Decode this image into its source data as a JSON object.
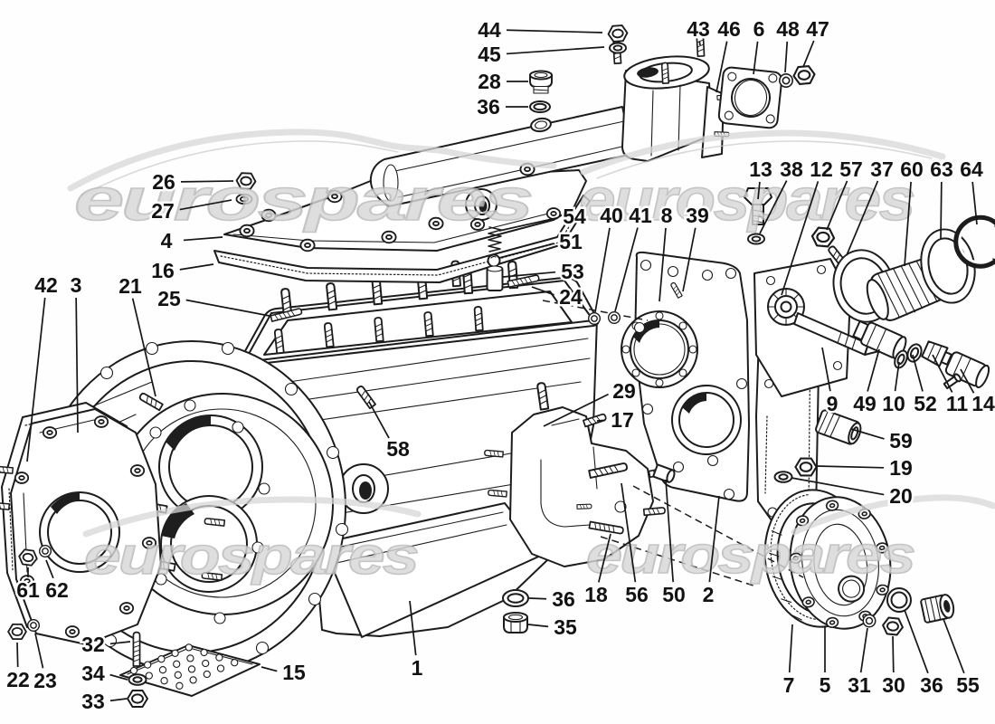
{
  "watermark": {
    "text": "eurospares"
  },
  "callouts": [
    {
      "n": "44",
      "label": [
        541,
        33
      ],
      "target": [
        666,
        36
      ]
    },
    {
      "n": "45",
      "label": [
        541,
        60
      ],
      "target": [
        668,
        52
      ]
    },
    {
      "n": "28",
      "label": [
        541,
        90
      ],
      "target": [
        584,
        90
      ]
    },
    {
      "n": "36",
      "label": [
        540,
        118
      ],
      "target": [
        584,
        118
      ]
    },
    {
      "n": "43",
      "label": [
        772,
        32
      ],
      "target": [
        774,
        50
      ]
    },
    {
      "n": "46",
      "label": [
        806,
        32
      ],
      "target": [
        792,
        102
      ]
    },
    {
      "n": "6",
      "label": [
        839,
        32
      ],
      "target": [
        833,
        82
      ]
    },
    {
      "n": "48",
      "label": [
        871,
        32
      ],
      "target": [
        868,
        80
      ]
    },
    {
      "n": "47",
      "label": [
        904,
        32
      ],
      "target": [
        888,
        74
      ]
    },
    {
      "n": "26",
      "label": [
        181,
        201
      ],
      "target": [
        258,
        200
      ]
    },
    {
      "n": "27",
      "label": [
        180,
        233
      ],
      "target": [
        256,
        221
      ]
    },
    {
      "n": "4",
      "label": [
        184,
        266
      ],
      "target": [
        246,
        262
      ]
    },
    {
      "n": "16",
      "label": [
        180,
        299
      ],
      "target": [
        236,
        292
      ]
    },
    {
      "n": "25",
      "label": [
        187,
        330
      ],
      "target": [
        298,
        349
      ]
    },
    {
      "n": "42",
      "label": [
        51,
        315
      ],
      "target": [
        30,
        510
      ]
    },
    {
      "n": "3",
      "label": [
        84,
        315
      ],
      "target": [
        86,
        478
      ]
    },
    {
      "n": "21",
      "label": [
        144,
        316
      ],
      "target": [
        172,
        438
      ]
    },
    {
      "n": "13",
      "label": [
        841,
        187
      ],
      "target": [
        838,
        220
      ]
    },
    {
      "n": "38",
      "label": [
        875,
        187
      ],
      "target": [
        840,
        258
      ]
    },
    {
      "n": "12",
      "label": [
        908,
        187
      ],
      "target": [
        864,
        326
      ]
    },
    {
      "n": "57",
      "label": [
        941,
        187
      ],
      "target": [
        914,
        254
      ]
    },
    {
      "n": "37",
      "label": [
        975,
        187
      ],
      "target": [
        936,
        282
      ]
    },
    {
      "n": "60",
      "label": [
        1008,
        187
      ],
      "target": [
        1000,
        294
      ]
    },
    {
      "n": "63",
      "label": [
        1041,
        187
      ],
      "target": [
        1040,
        264
      ]
    },
    {
      "n": "64",
      "label": [
        1074,
        187
      ],
      "target": [
        1080,
        248
      ]
    },
    {
      "n": "54",
      "label": [
        635,
        239
      ],
      "target": [
        552,
        255
      ]
    },
    {
      "n": "51",
      "label": [
        631,
        267
      ],
      "target": [
        552,
        285
      ]
    },
    {
      "n": "53",
      "label": [
        633,
        300
      ],
      "target": [
        556,
        306
      ]
    },
    {
      "n": "24",
      "label": [
        631,
        328
      ],
      "target": [
        588,
        317
      ]
    },
    {
      "n": "40",
      "label": [
        676,
        238
      ],
      "target": [
        658,
        345
      ]
    },
    {
      "n": "41",
      "label": [
        708,
        238
      ],
      "target": [
        680,
        344
      ]
    },
    {
      "n": "8",
      "label": [
        737,
        238
      ],
      "target": [
        729,
        333
      ]
    },
    {
      "n": "39",
      "label": [
        771,
        238
      ],
      "target": [
        755,
        322
      ]
    },
    {
      "n": "29",
      "label": [
        690,
        432
      ],
      "target": [
        601,
        471
      ]
    },
    {
      "n": "17",
      "label": [
        688,
        464
      ],
      "target": [
        660,
        465
      ]
    },
    {
      "n": "58",
      "label": [
        440,
        496
      ],
      "target": [
        408,
        444
      ]
    },
    {
      "n": "9",
      "label": [
        920,
        446
      ],
      "target": [
        909,
        384
      ]
    },
    {
      "n": "49",
      "label": [
        956,
        446
      ],
      "target": [
        972,
        386
      ]
    },
    {
      "n": "10",
      "label": [
        988,
        446
      ],
      "target": [
        994,
        400
      ]
    },
    {
      "n": "52",
      "label": [
        1023,
        446
      ],
      "target": [
        1009,
        392
      ]
    },
    {
      "n": "11",
      "label": [
        1058,
        446
      ],
      "target": [
        1031,
        392
      ]
    },
    {
      "n": "14",
      "label": [
        1087,
        446
      ],
      "target": [
        1062,
        408
      ]
    },
    {
      "n": "59",
      "label": [
        996,
        487
      ],
      "target": [
        941,
        474
      ]
    },
    {
      "n": "19",
      "label": [
        996,
        517
      ],
      "target": [
        903,
        515
      ]
    },
    {
      "n": "20",
      "label": [
        996,
        548
      ],
      "target": [
        875,
        528
      ]
    },
    {
      "n": "18",
      "label": [
        659,
        657
      ],
      "target": [
        675,
        590
      ]
    },
    {
      "n": "56",
      "label": [
        704,
        657
      ],
      "target": [
        687,
        534
      ]
    },
    {
      "n": "50",
      "label": [
        745,
        657
      ],
      "target": [
        736,
        530
      ]
    },
    {
      "n": "2",
      "label": [
        783,
        657
      ],
      "target": [
        795,
        548
      ]
    },
    {
      "n": "36",
      "label": [
        623,
        662
      ],
      "target": [
        585,
        661
      ]
    },
    {
      "n": "35",
      "label": [
        625,
        693
      ],
      "target": [
        584,
        690
      ]
    },
    {
      "n": "1",
      "label": [
        461,
        738
      ],
      "target": [
        453,
        664
      ]
    },
    {
      "n": "15",
      "label": [
        325,
        743
      ],
      "target": [
        289,
        737
      ]
    },
    {
      "n": "32",
      "label": [
        103,
        712
      ],
      "target": [
        144,
        709
      ]
    },
    {
      "n": "34",
      "label": [
        103,
        744
      ],
      "target": [
        141,
        751
      ]
    },
    {
      "n": "33",
      "label": [
        103,
        775
      ],
      "target": [
        140,
        772
      ]
    },
    {
      "n": "22",
      "label": [
        20,
        751
      ],
      "target": [
        19,
        710
      ]
    },
    {
      "n": "23",
      "label": [
        50,
        752
      ],
      "target": [
        39,
        700
      ]
    },
    {
      "n": "61",
      "label": [
        31,
        652
      ],
      "target": [
        31,
        627
      ]
    },
    {
      "n": "62",
      "label": [
        63,
        652
      ],
      "target": [
        51,
        619
      ]
    },
    {
      "n": "7",
      "label": [
        872,
        757
      ],
      "target": [
        876,
        690
      ]
    },
    {
      "n": "5",
      "label": [
        912,
        757
      ],
      "target": [
        912,
        692
      ]
    },
    {
      "n": "31",
      "label": [
        950,
        757
      ],
      "target": [
        959,
        694
      ]
    },
    {
      "n": "30",
      "label": [
        988,
        757
      ],
      "target": [
        987,
        703
      ]
    },
    {
      "n": "36",
      "label": [
        1030,
        757
      ],
      "target": [
        1000,
        674
      ]
    },
    {
      "n": "55",
      "label": [
        1070,
        757
      ],
      "target": [
        1043,
        684
      ]
    }
  ]
}
